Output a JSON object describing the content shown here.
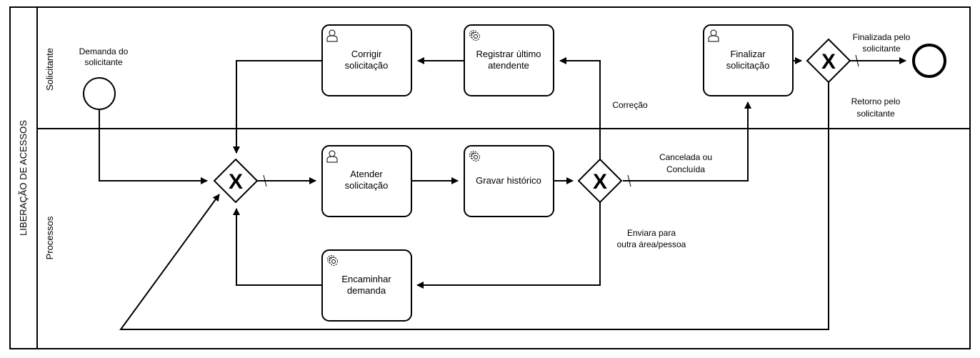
{
  "pool": {
    "title": "LIBERAÇÃO DE ACESSOS"
  },
  "lanes": [
    {
      "id": "solicitante",
      "title": "Solicitante"
    },
    {
      "id": "processos",
      "title": "Processos"
    }
  ],
  "events": {
    "start": {
      "label_lines": [
        "Demanda do",
        "solicitante"
      ]
    },
    "end": {
      "label_lines": [
        "Finalizada pelo",
        "solicitante"
      ]
    }
  },
  "tasks": {
    "corrigir": {
      "lines": [
        "Corrigir",
        "solicitação"
      ],
      "icon": "user-icon"
    },
    "registrar": {
      "lines": [
        "Registrar último",
        "atendente"
      ],
      "icon": "gear-icon"
    },
    "finalizar": {
      "lines": [
        "Finalizar",
        "solicitação"
      ],
      "icon": "user-icon"
    },
    "atender": {
      "lines": [
        "Atender",
        "solicitação"
      ],
      "icon": "user-icon"
    },
    "gravar": {
      "lines": [
        "Gravar histórico"
      ],
      "icon": "gear-icon"
    },
    "encaminhar": {
      "lines": [
        "Encaminhar",
        "demanda"
      ],
      "icon": "gear-icon"
    }
  },
  "gateways": {
    "marker": "X"
  },
  "flow_labels": {
    "correcao": [
      "Correção"
    ],
    "cancelada": [
      "Cancelada ou",
      "Concluída"
    ],
    "enviara": [
      "Enviara para",
      "outra área/pessoa"
    ],
    "retorno": [
      "Retorno pelo",
      "solicitante"
    ]
  },
  "colors": {
    "stroke": "#000000",
    "fill": "#ffffff"
  }
}
